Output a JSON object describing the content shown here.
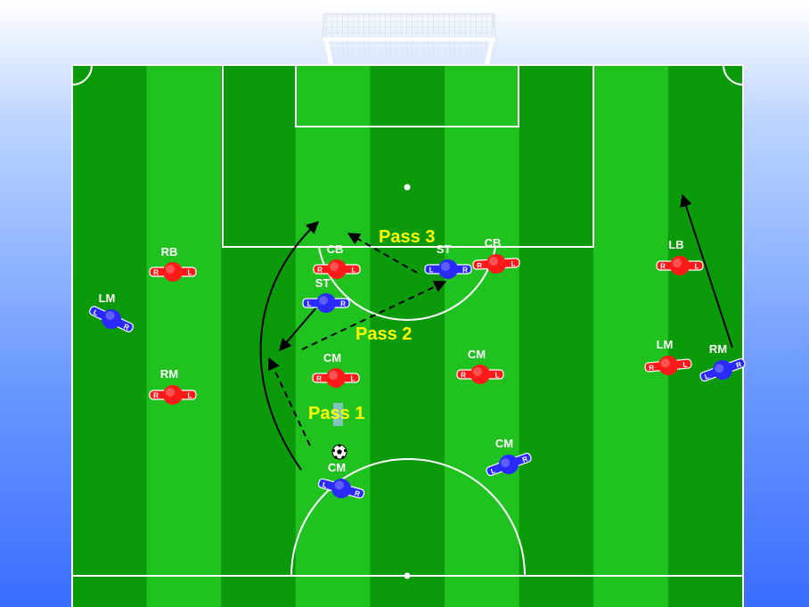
{
  "colors": {
    "stripe_dark": "#0a9a0a",
    "stripe_light": "#1fc21f",
    "line": "#ffffff",
    "team_red": "#ff1a1a",
    "team_blue": "#2a2aff",
    "pass_label": "#ffff00",
    "arrow": "#000000"
  },
  "players": [
    {
      "team": "red",
      "label": "RB"
    },
    {
      "team": "red",
      "label": "CB"
    },
    {
      "team": "red",
      "label": "CB"
    },
    {
      "team": "red",
      "label": "LB"
    },
    {
      "team": "red",
      "label": "RM"
    },
    {
      "team": "red",
      "label": "CM"
    },
    {
      "team": "red",
      "label": "CM"
    },
    {
      "team": "red",
      "label": "LM"
    },
    {
      "team": "blue",
      "label": "LM"
    },
    {
      "team": "blue",
      "label": "ST"
    },
    {
      "team": "blue",
      "label": "ST"
    },
    {
      "team": "blue",
      "label": "RM"
    },
    {
      "team": "blue",
      "label": "CM"
    },
    {
      "team": "blue",
      "label": "CM"
    }
  ],
  "shoulder_letters": {
    "left": "L",
    "right": "R"
  },
  "pass_labels": [
    {
      "text": "Pass 1"
    },
    {
      "text": "Pass 2"
    },
    {
      "text": "Pass 3"
    }
  ],
  "icons": {
    "goal": "goal-net-icon",
    "ball": "soccer-ball-icon"
  }
}
